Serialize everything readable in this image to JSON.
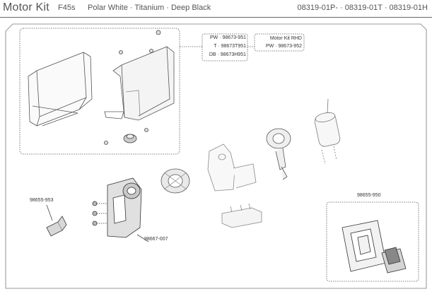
{
  "header": {
    "title": "Motor Kit",
    "model": "F45s",
    "variants": "Polar White · Titanium · Deep Black",
    "codes": "08319-01P- · 08319-01T · 08319-01H"
  },
  "cover_parts": {
    "pw": "PW · 98673-951",
    "t": "T · 98673T951",
    "db": "DB · 98673H951"
  },
  "motor_kit_rhd": {
    "title": "Motor Kit RHD",
    "pw": "PW · 98673-952"
  },
  "part_labels": {
    "left_bracket": "98655-953",
    "gearbox": "98667-007",
    "switch_kit": "98655-950"
  }
}
